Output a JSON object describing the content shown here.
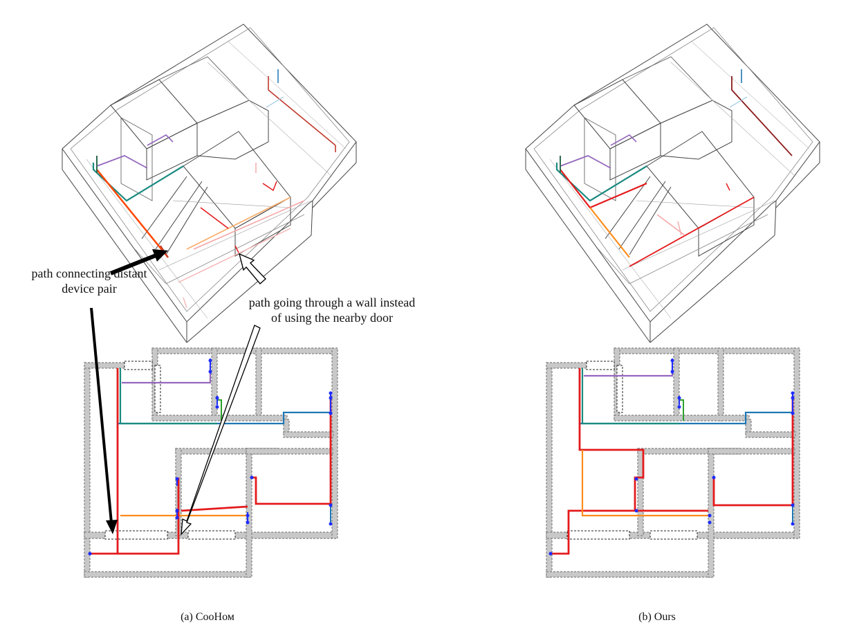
{
  "panels": [
    {
      "id": "a",
      "caption": "(a) CooHом"
    },
    {
      "id": "b",
      "caption": "(b) Ours"
    }
  ],
  "annotations": {
    "distant_pair": [
      "path connecting distant",
      "device pair"
    ],
    "through_wall": [
      "path going through a wall instead",
      "of using the nearby door"
    ]
  },
  "colors": {
    "wall_fill": "#bdbdbd",
    "wall_dash": "#7a7a7a",
    "red": "#e41a1c",
    "blue": "#1f77b4",
    "teal": "#1b8a80",
    "purple": "#9467bd",
    "green": "#2ca02c",
    "orange": "#ff8c1a",
    "device": "#1e2cff",
    "arrow_black": "#000000",
    "arrow_white": "#ffffff"
  }
}
